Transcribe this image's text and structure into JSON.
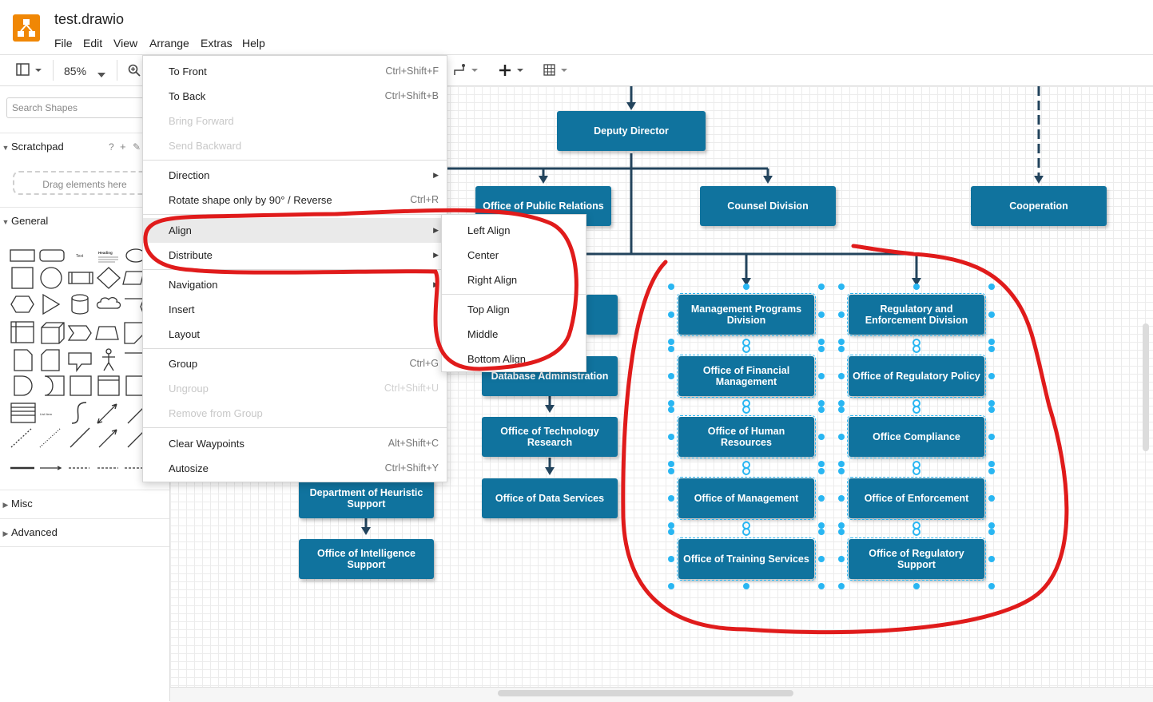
{
  "app": {
    "title": "test.drawio"
  },
  "menubar": [
    "File",
    "Edit",
    "View",
    "Arrange",
    "Extras",
    "Help"
  ],
  "toolbar": {
    "zoom": "85%"
  },
  "sidebar": {
    "search_placeholder": "Search Shapes",
    "scratchpad": "Scratchpad",
    "scratchpad_icons": [
      "?",
      "+",
      "✎"
    ],
    "drag_hint": "Drag elements here",
    "general": "General",
    "shape_text": "Text",
    "shape_heading": "Heading",
    "list_item": "List Item",
    "misc": "Misc",
    "advanced": "Advanced"
  },
  "arrange_menu": {
    "to_front": {
      "label": "To Front",
      "shortcut": "Ctrl+Shift+F"
    },
    "to_back": {
      "label": "To Back",
      "shortcut": "Ctrl+Shift+B"
    },
    "bring_forward": {
      "label": "Bring Forward"
    },
    "send_backward": {
      "label": "Send Backward"
    },
    "direction": {
      "label": "Direction"
    },
    "rotate": {
      "label": "Rotate shape only by 90° / Reverse",
      "shortcut": "Ctrl+R"
    },
    "align": {
      "label": "Align"
    },
    "distribute": {
      "label": "Distribute"
    },
    "navigation": {
      "label": "Navigation"
    },
    "insert": {
      "label": "Insert"
    },
    "layout": {
      "label": "Layout"
    },
    "group": {
      "label": "Group",
      "shortcut": "Ctrl+G"
    },
    "ungroup": {
      "label": "Ungroup",
      "shortcut": "Ctrl+Shift+U"
    },
    "remove_from_group": {
      "label": "Remove from Group"
    },
    "clear_waypoints": {
      "label": "Clear Waypoints",
      "shortcut": "Alt+Shift+C"
    },
    "autosize": {
      "label": "Autosize",
      "shortcut": "Ctrl+Shift+Y"
    }
  },
  "align_submenu": [
    "Left Align",
    "Center",
    "Right Align",
    "Top Align",
    "Middle",
    "Bottom Align"
  ],
  "diagram": {
    "deputy_director": "Deputy Director",
    "public_relations": "Office of Public Relations",
    "counsel_division": "Counsel Division",
    "cooperation": "Cooperation",
    "database_admin": "Database Administration",
    "tech_research": "Office of Technology Research",
    "data_services": "Office of Data Services",
    "heuristic_support": "Department of Heuristic Support",
    "intelligence_support": "Office of Intelligence Support",
    "mgmt_programs": "Management Programs Division",
    "financial_mgmt": "Office of Financial Management",
    "human_resources": "Office of Human Resources",
    "management": "Office of Management",
    "training": "Office of Training Services",
    "regulatory_enforcement": "Regulatory and Enforcement Division",
    "regulatory_policy": "Office of Regulatory Policy",
    "compliance": "Office Compliance",
    "enforcement": "Office of Enforcement",
    "regulatory_support": "Office of Regulatory Support"
  },
  "colors": {
    "node": "#10739e",
    "selection": "#29b6f2",
    "annotation": "#e01b1b",
    "logo": "#f08705"
  }
}
